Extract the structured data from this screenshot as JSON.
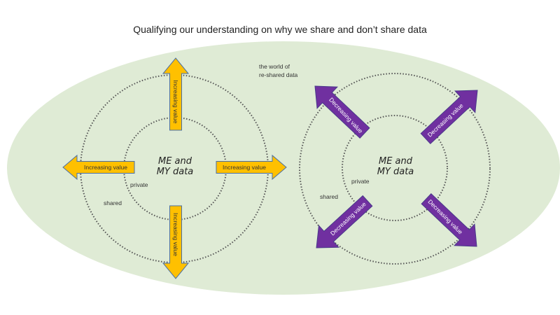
{
  "title": "Qualifying our understanding on why we share and don’t share data",
  "world_label": [
    "the world of",
    "re-shared data"
  ],
  "left_diagram": {
    "center_label": [
      "ME and",
      "MY data"
    ],
    "inner_ring_label": "private",
    "outer_ring_label": "shared",
    "arrow_label": "Increasing value",
    "arrow_color": "#FFC000"
  },
  "right_diagram": {
    "center_label": [
      "ME and",
      "MY data"
    ],
    "inner_ring_label": "private",
    "outer_ring_label": "shared",
    "arrow_label": "Decreasing value",
    "arrow_color": "#7030A0"
  },
  "colors": {
    "background_ellipse": "#DFEBD5",
    "ring": "#555555"
  }
}
